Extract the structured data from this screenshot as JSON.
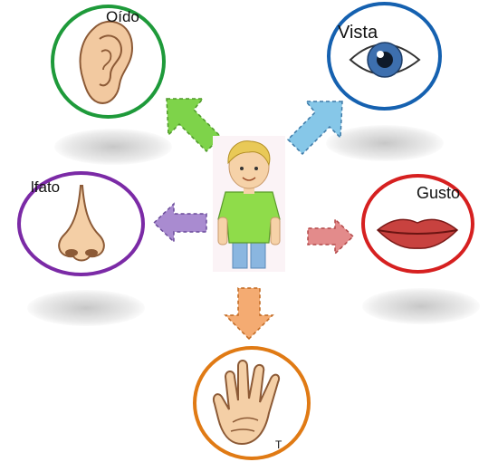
{
  "colors": {
    "oido": "#1e9a3a",
    "vista": "#1561b0",
    "olfato": "#7b2aa6",
    "gusto": "#d62020",
    "tacto": "#e07a14",
    "arrow_oido": "#7ed34a",
    "arrow_vista": "#86c7e8",
    "arrow_olfato": "#a98bd0",
    "arrow_gusto": "#e38b8b",
    "arrow_tacto": "#f4ab72"
  },
  "senses": {
    "oido": {
      "label": "Oído",
      "icon": "ear-icon"
    },
    "vista": {
      "label": "Vista",
      "icon": "eye-icon"
    },
    "olfato": {
      "label": "lfato",
      "icon": "nose-icon"
    },
    "gusto": {
      "label": "Gusto",
      "icon": "lips-icon"
    },
    "tacto": {
      "label": "T",
      "icon": "hand-icon"
    }
  },
  "center": {
    "icon": "boy-icon"
  }
}
